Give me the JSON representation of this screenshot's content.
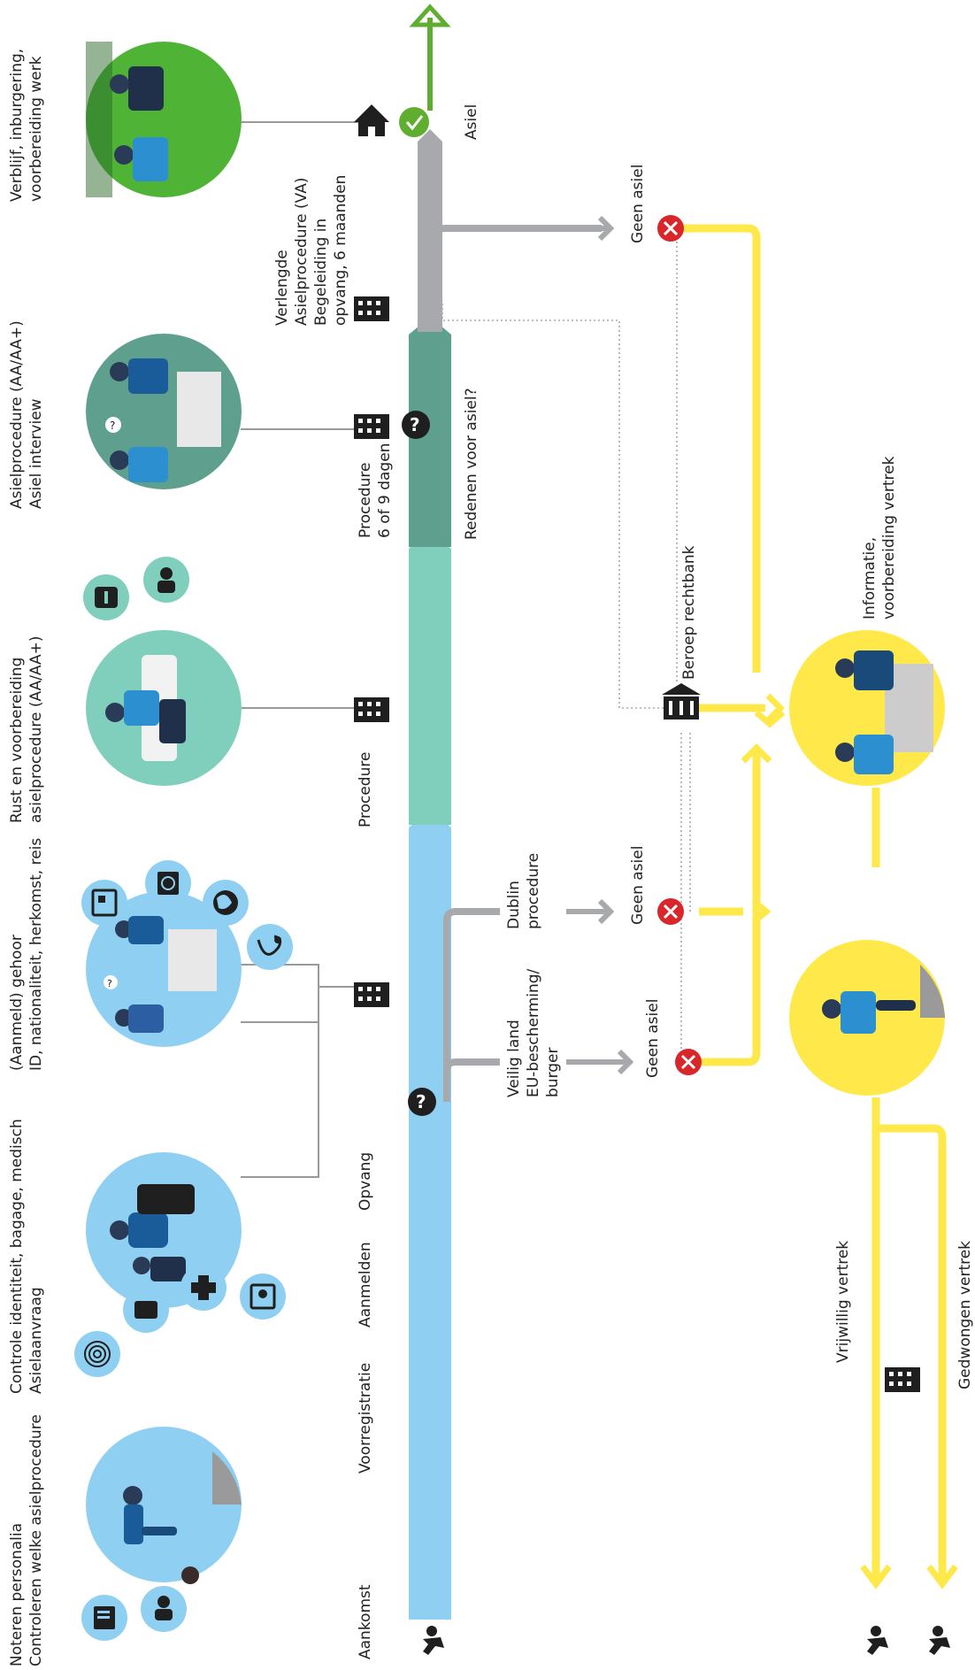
{
  "colors": {
    "blue": "#8fd0f2",
    "teal_light": "#7fcfbc",
    "teal_dark": "#5e9f8e",
    "grey": "#a7a9ac",
    "green": "#5fae30",
    "yellow": "#ffe84a",
    "red": "#d9262a",
    "dark": "#1f1f1f"
  },
  "stages": {
    "aankomst": "Aankomst",
    "voorregistratie": "Voorregistratie",
    "aanmelden": "Aanmelden",
    "opvang": "Opvang",
    "procedure_rust": "Procedure",
    "procedure_days": [
      "Procedure",
      "6 of 9 dagen"
    ],
    "verlengde": [
      "Verlengde",
      "Asielprocedure (VA)",
      "Begeleiding in",
      "opvang, 6 maanden"
    ],
    "asiel": "Asiel",
    "redenen": "Redenen voor asiel?",
    "beroep": "Beroep rechtbank"
  },
  "descriptions": {
    "notes_personalia": [
      "Noteren personalia",
      "Controleren welke asielprocedure"
    ],
    "controle": [
      "Controle identiteit, bagage, medisch",
      "Asielaanvraag"
    ],
    "gehoor": [
      "(Aanmeld) gehoor",
      "ID, nationaliteit, herkomst, reis"
    ],
    "rust": [
      "Rust en voorbereiding",
      "asielprocedure (AA/AA+)"
    ],
    "asielprocedure": [
      "Asielprocedure (AA/AA+)",
      "Asiel interview"
    ],
    "verblijf": [
      "Verblijf, inburgering,",
      "voorbereiding werk"
    ],
    "informatie": [
      "Informatie,",
      "voorbereiding vertrek"
    ]
  },
  "branches": {
    "veilig": [
      "Veilig land",
      "EU-bescherming/",
      "burger"
    ],
    "dublin": [
      "Dublin",
      "procedure"
    ],
    "geen_asiel": "Geen asiel"
  },
  "exits": {
    "vrijwillig": "Vrijwillig vertrek",
    "gedwongen": "Gedwongen vertrek"
  },
  "icons": {
    "arrival": "walking-person-icon",
    "building": "building-icon",
    "question": "question-icon",
    "reject": "reject-x-icon",
    "approve": "check-icon",
    "house": "house-icon",
    "court": "court-icon",
    "documents": [
      "document-icon",
      "person-arrows-icon",
      "fingerprint-icon",
      "suitcase-icon",
      "medical-icon",
      "id-card-icon",
      "passport-icon",
      "globe-icon",
      "route-icon",
      "info-icon",
      "advisor-icon"
    ]
  }
}
